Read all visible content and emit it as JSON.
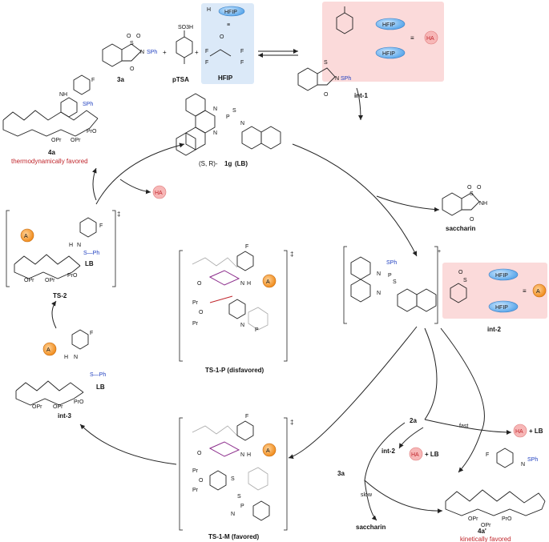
{
  "reagents": {
    "a": "3a",
    "b": "pTSA",
    "c": "HFIP",
    "plus": "+"
  },
  "labels": {
    "ha": "HA",
    "hfip": "HFIP",
    "int1": "int-1",
    "int2": "int-2",
    "int3": "int-3",
    "saccharin": "saccharin",
    "catalyst_prefix": "(S, R)-",
    "catalyst_id": "1g",
    "catalyst_suffix": "(LB)",
    "p4a": "4a",
    "p4a_note": "thermodynamically favored",
    "p4a2": "4a'",
    "p4a2_note": "kinetically favored",
    "ts2": "TS-2",
    "ts1p": "TS-1-P (disfavored)",
    "ts1m": "TS-1-M (favored)",
    "dagger": "‡",
    "plus_sup": "+",
    "lb": "LB",
    "ha_lb": "+ LB",
    "fast": "fast",
    "slow": "slow",
    "a2": "2a",
    "a3": "3a",
    "int2_small": "int-2",
    "sph": "SPh",
    "s_ph": "S—Ph",
    "so3h": "SO3H",
    "a_minus": "A",
    "f": "F",
    "nh": "NH",
    "h": "H",
    "n": "N",
    "s": "S",
    "p": "P",
    "o": "O",
    "pr": "Pr",
    "opr": "OPr",
    "pro": "PrO",
    "opr_opr": "OPr  OPr",
    "pr_o": "Pr",
    "triple": "≡",
    "equiv": "≡",
    "cf3": "F",
    "so": "S"
  }
}
